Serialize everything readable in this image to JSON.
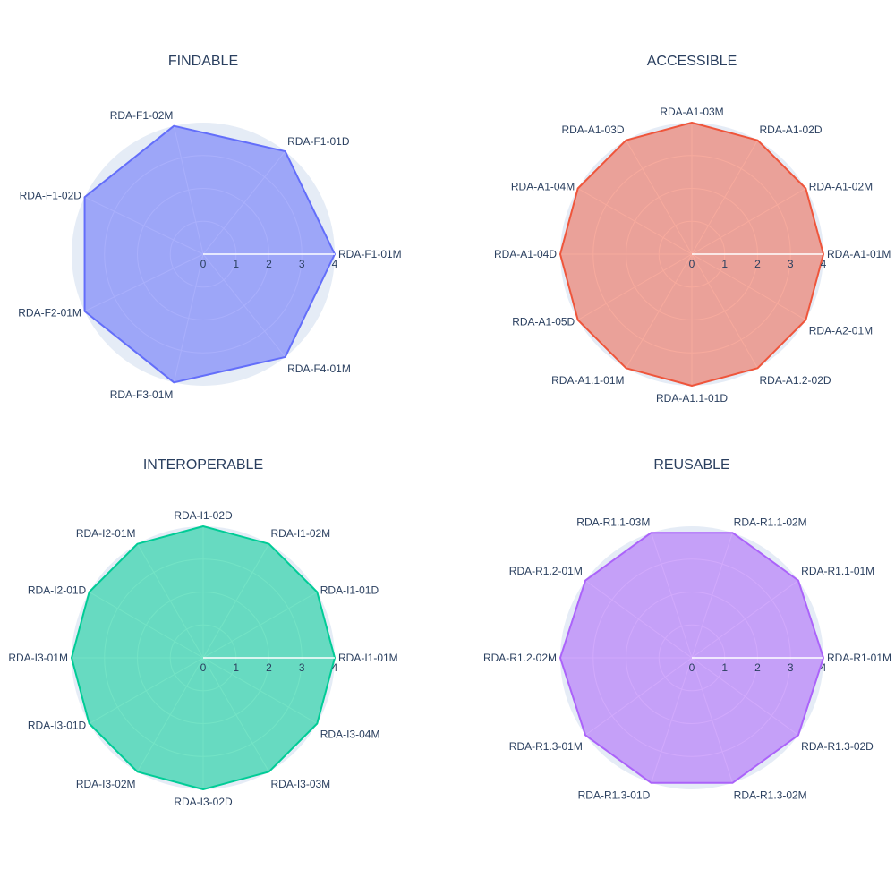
{
  "chart_data": [
    {
      "type": "radar",
      "title": "FINDABLE",
      "color": "#636efa",
      "fill": "rgba(99,110,250,0.55)",
      "range": [
        0,
        4
      ],
      "tick_labels": [
        "0",
        "1",
        "2",
        "3",
        "4"
      ],
      "categories": [
        "RDA-F1-01M",
        "RDA-F1-01D",
        "RDA-F1-02M",
        "RDA-F1-02D",
        "RDA-F2-01M",
        "RDA-F3-01M",
        "RDA-F4-01M"
      ],
      "values": [
        4,
        4,
        4,
        4,
        4,
        4,
        4
      ]
    },
    {
      "type": "radar",
      "title": "ACCESSIBLE",
      "color": "#ef553b",
      "fill": "rgba(239,85,59,0.5)",
      "range": [
        0,
        4
      ],
      "tick_labels": [
        "0",
        "1",
        "2",
        "3",
        "4"
      ],
      "categories": [
        "RDA-A1-01M",
        "RDA-A1-02M",
        "RDA-A1-02D",
        "RDA-A1-03M",
        "RDA-A1-03D",
        "RDA-A1-04M",
        "RDA-A1-04D",
        "RDA-A1-05D",
        "RDA-A1.1-01M",
        "RDA-A1.1-01D",
        "RDA-A1.2-02D",
        "RDA-A2-01M"
      ],
      "values": [
        4,
        4,
        4,
        4,
        4,
        4,
        4,
        4,
        4,
        4,
        4,
        4
      ]
    },
    {
      "type": "radar",
      "title": "INTEROPERABLE",
      "color": "#00cc96",
      "fill": "rgba(0,204,150,0.55)",
      "range": [
        0,
        4
      ],
      "tick_labels": [
        "0",
        "1",
        "2",
        "3",
        "4"
      ],
      "categories": [
        "RDA-I1-01M",
        "RDA-I1-01D",
        "RDA-I1-02M",
        "RDA-I1-02D",
        "RDA-I2-01M",
        "RDA-I2-01D",
        "RDA-I3-01M",
        "RDA-I3-01D",
        "RDA-I3-02M",
        "RDA-I3-02D",
        "RDA-I3-03M",
        "RDA-I3-04M"
      ],
      "values": [
        4,
        4,
        4,
        4,
        4,
        4,
        4,
        4,
        4,
        4,
        4,
        4
      ]
    },
    {
      "type": "radar",
      "title": "REUSABLE",
      "color": "#ab63fa",
      "fill": "rgba(171,99,250,0.55)",
      "range": [
        0,
        4
      ],
      "tick_labels": [
        "0",
        "1",
        "2",
        "3",
        "4"
      ],
      "categories": [
        "RDA-R1-01M",
        "RDA-R1.1-01M",
        "RDA-R1.1-02M",
        "RDA-R1.1-03M",
        "RDA-R1.2-01M",
        "RDA-R1.2-02M",
        "RDA-R1.3-01M",
        "RDA-R1.3-01D",
        "RDA-R1.3-02M",
        "RDA-R1.3-02D"
      ],
      "values": [
        4,
        4,
        4,
        4,
        4,
        4,
        4,
        4,
        4,
        4
      ]
    }
  ]
}
